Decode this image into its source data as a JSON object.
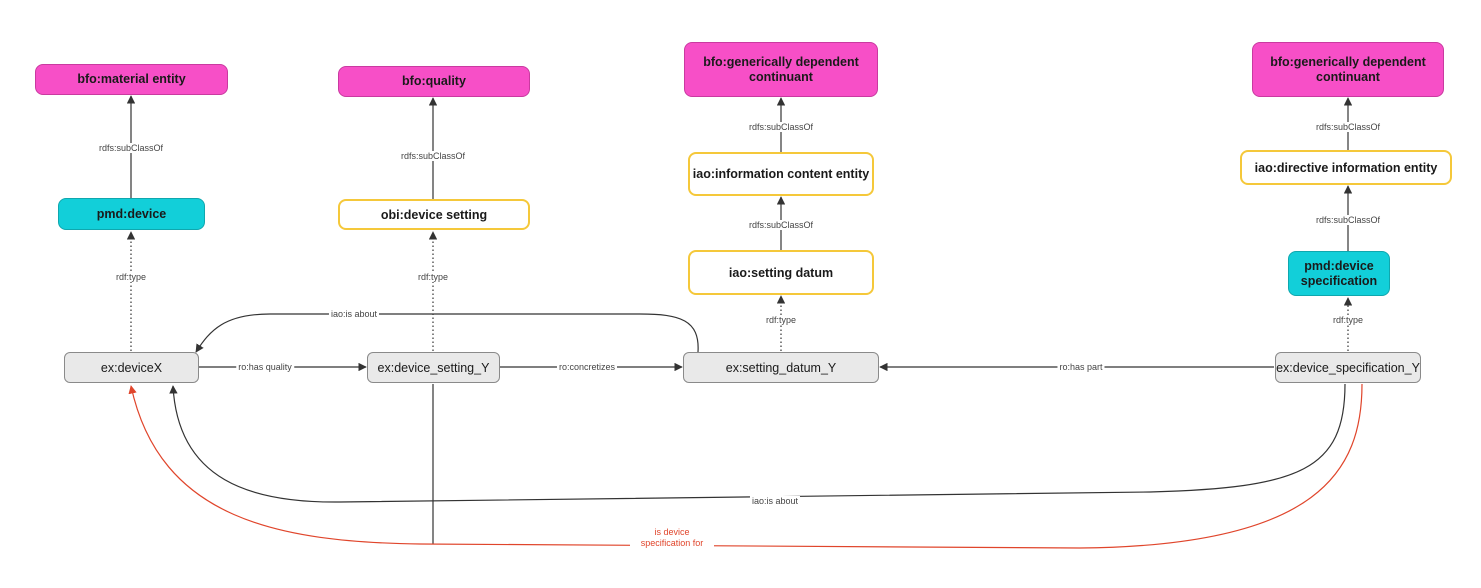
{
  "colors": {
    "class_node": "#f74fc7",
    "pmd_node": "#12cfd9",
    "subclass_border": "#f5c83a",
    "instance_node": "#e9e9e9",
    "edge": "#333333",
    "red_edge": "#e0452b"
  },
  "nodes": {
    "bfo_material_entity": "bfo:material entity",
    "bfo_quality": "bfo:quality",
    "bfo_gdc_1": "bfo:generically dependent continuant",
    "bfo_gdc_2": "bfo:generically dependent continuant",
    "pmd_device": "pmd:device",
    "obi_device_setting": "obi:device setting",
    "iao_ice": "iao:information content entity",
    "iao_setting_datum": "iao:setting datum",
    "iao_die": "iao:directive information entity",
    "pmd_device_spec": "pmd:device specification",
    "ex_deviceX": "ex:deviceX",
    "ex_device_setting_Y": "ex:device_setting_Y",
    "ex_setting_datum_Y": "ex:setting_datum_Y",
    "ex_device_specification_Y": "ex:device_specification_Y"
  },
  "edges": {
    "subclass_1": "rdfs:subClassOf",
    "subclass_2": "rdfs:subClassOf",
    "subclass_3": "rdfs:subClassOf",
    "subclass_4": "rdfs:subClassOf",
    "subclass_5": "rdfs:subClassOf",
    "subclass_6": "rdfs:subClassOf",
    "type_1": "rdf:type",
    "type_2": "rdf:type",
    "type_3": "rdf:type",
    "type_4": "rdf:type",
    "is_about_top": "iao:is about",
    "has_quality": "ro:has quality",
    "concretizes": "ro:concretizes",
    "has_part": "ro:has part",
    "is_about_bottom": "iao:is about",
    "device_spec_for": "is device specification for"
  }
}
